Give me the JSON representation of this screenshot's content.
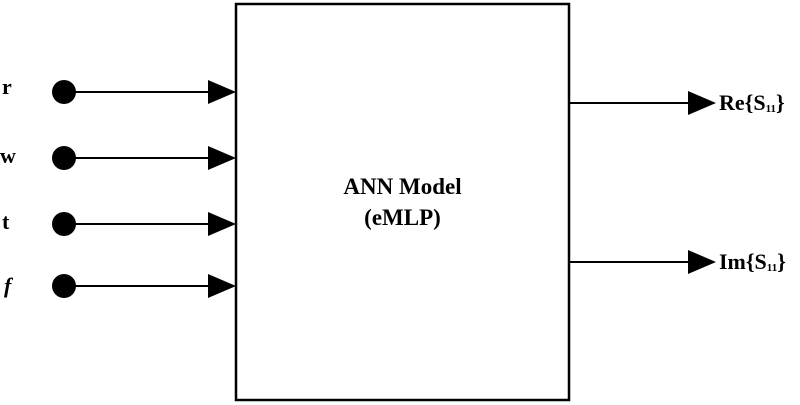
{
  "inputs": [
    {
      "label": "r",
      "italic": false
    },
    {
      "label": "w",
      "italic": false
    },
    {
      "label": "t",
      "italic": false
    },
    {
      "label": "f",
      "italic": true
    }
  ],
  "model": {
    "name": "ANN Model",
    "subname": "(eMLP)"
  },
  "outputs": [
    {
      "prefix": "Re{S",
      "subscript": "11",
      "suffix": "}"
    },
    {
      "prefix": "Im{S",
      "subscript": "11",
      "suffix": "}"
    }
  ]
}
